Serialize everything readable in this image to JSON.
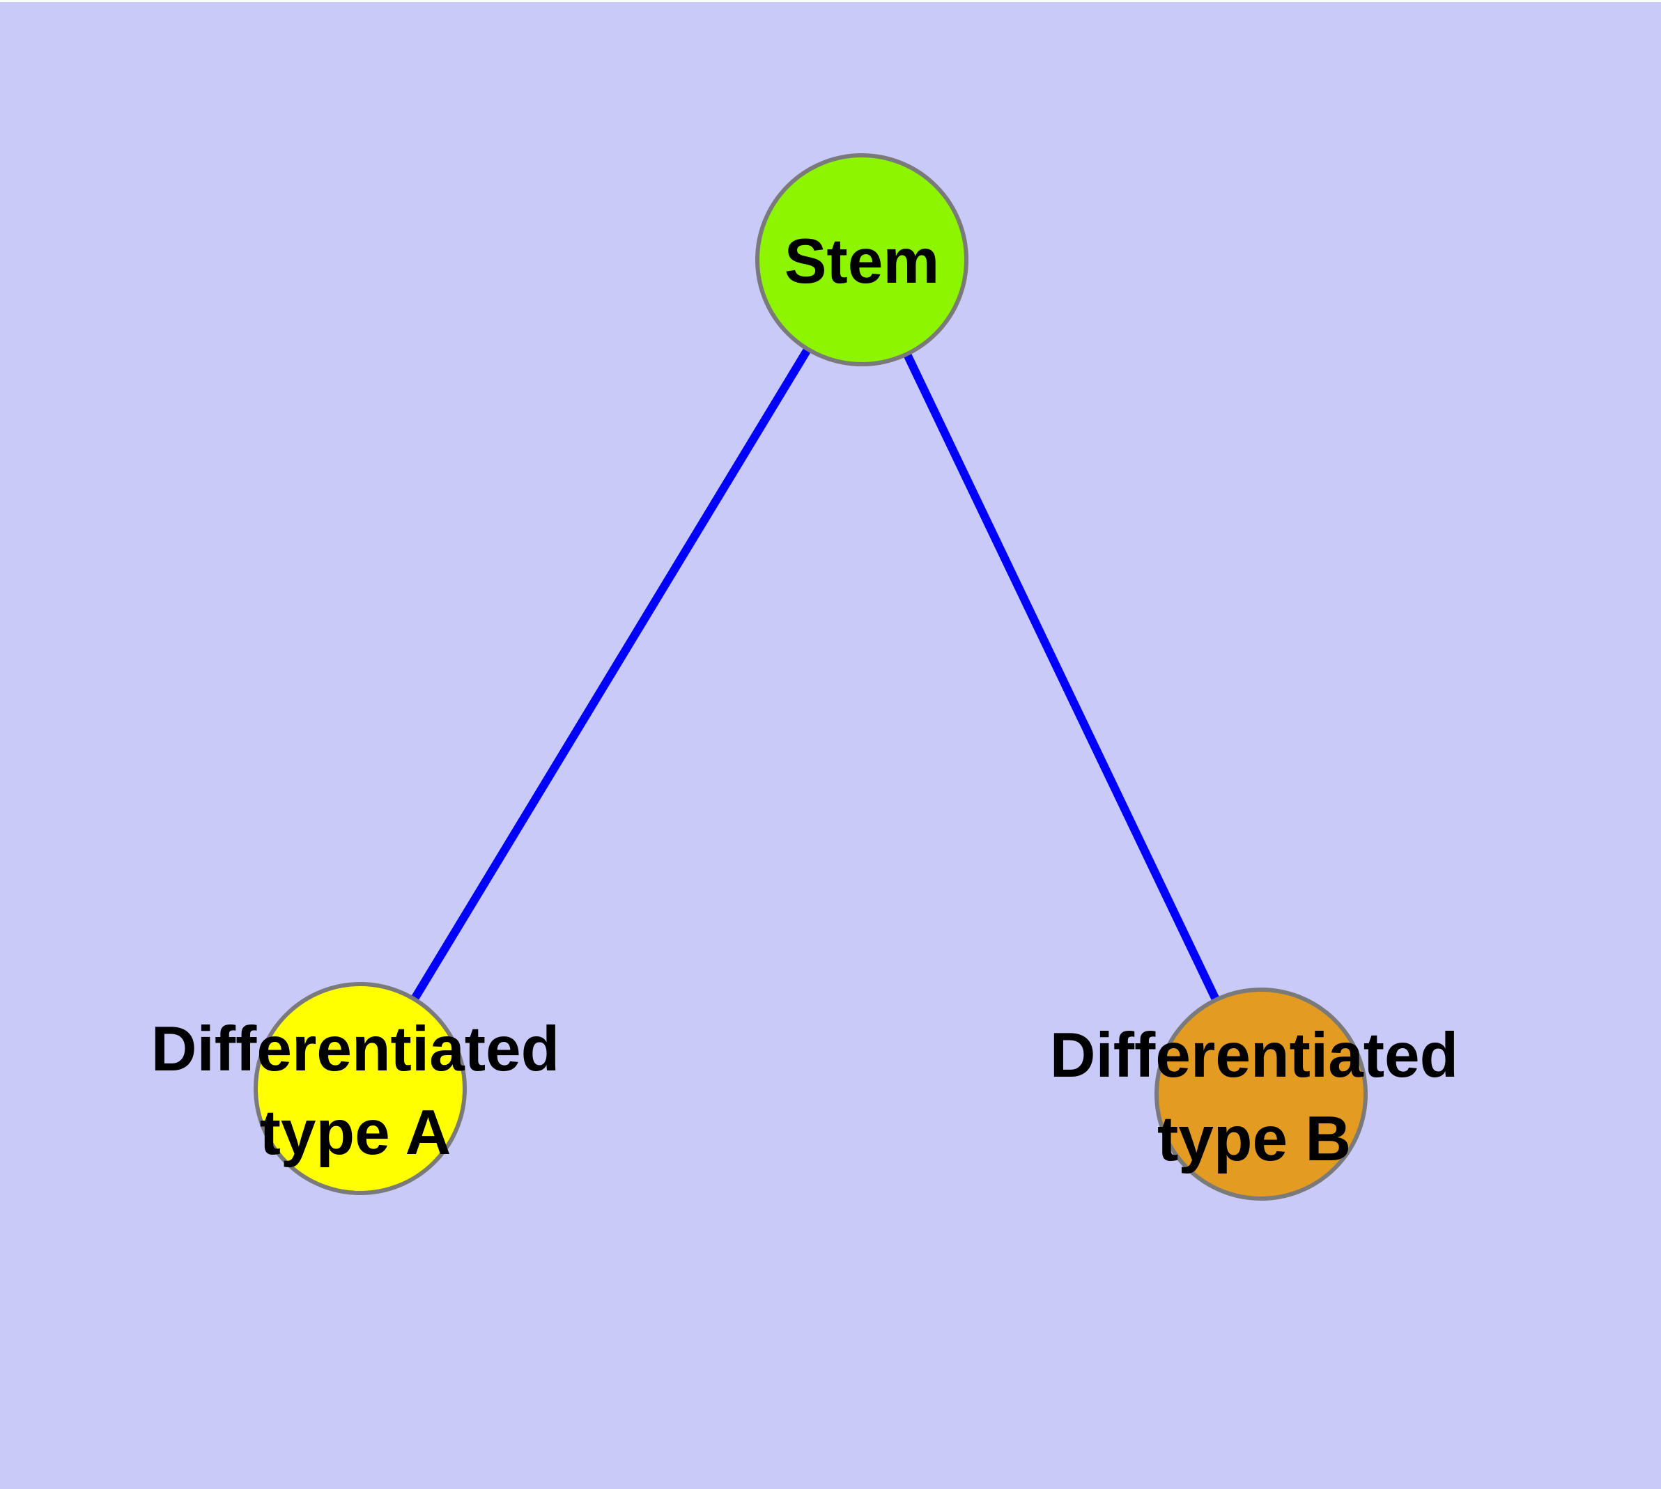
{
  "background_color": "#CACAF8",
  "top_strip_color": "#FFFFFF",
  "edge_color": "#0000FF",
  "node_border_color": "#7A7A7A",
  "label_color": "#000000",
  "nodes": {
    "stem": {
      "label": "Stem",
      "color": "#8EF500"
    },
    "type_a": {
      "label_line1": "Differentiated",
      "label_line2": "type A",
      "color": "#FFFF00"
    },
    "type_b": {
      "label_line1": "Differentiated",
      "label_line2": "type B",
      "color": "#E49B21"
    }
  },
  "graph": {
    "directed": false,
    "edges": [
      {
        "from": "Stem",
        "to": "Differentiated type A"
      },
      {
        "from": "Stem",
        "to": "Differentiated type B"
      }
    ]
  }
}
